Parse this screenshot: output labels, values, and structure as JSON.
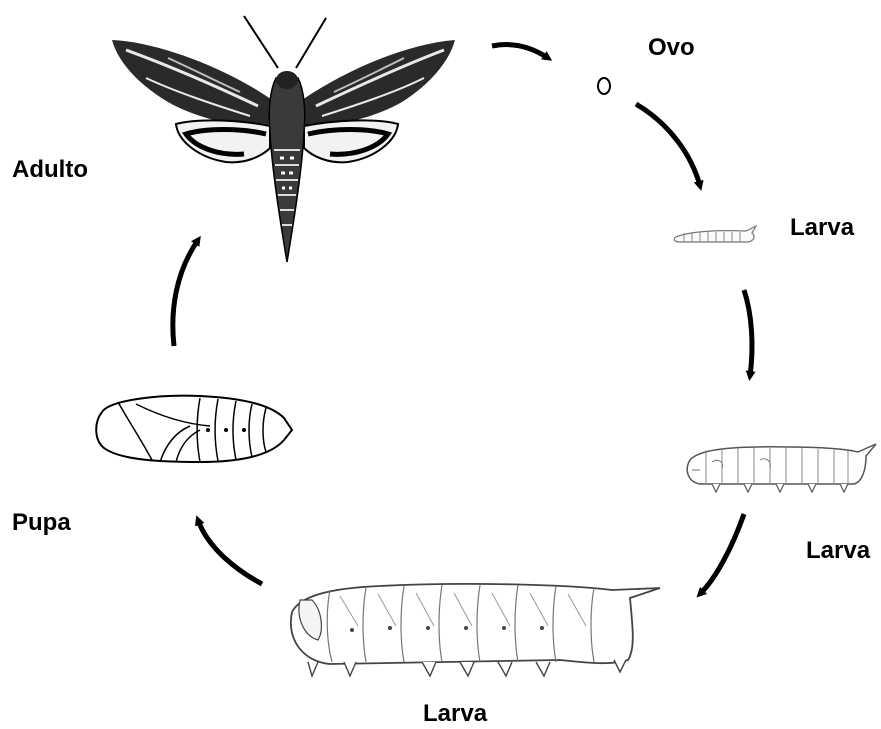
{
  "stages": {
    "egg": {
      "label": "Ovo"
    },
    "larva1": {
      "label": "Larva"
    },
    "larva2": {
      "label": "Larva"
    },
    "larva3": {
      "label": "Larva"
    },
    "pupa": {
      "label": "Pupa"
    },
    "adult": {
      "label": "Adulto"
    }
  },
  "colors": {
    "ink": "#000000",
    "background": "#ffffff"
  }
}
